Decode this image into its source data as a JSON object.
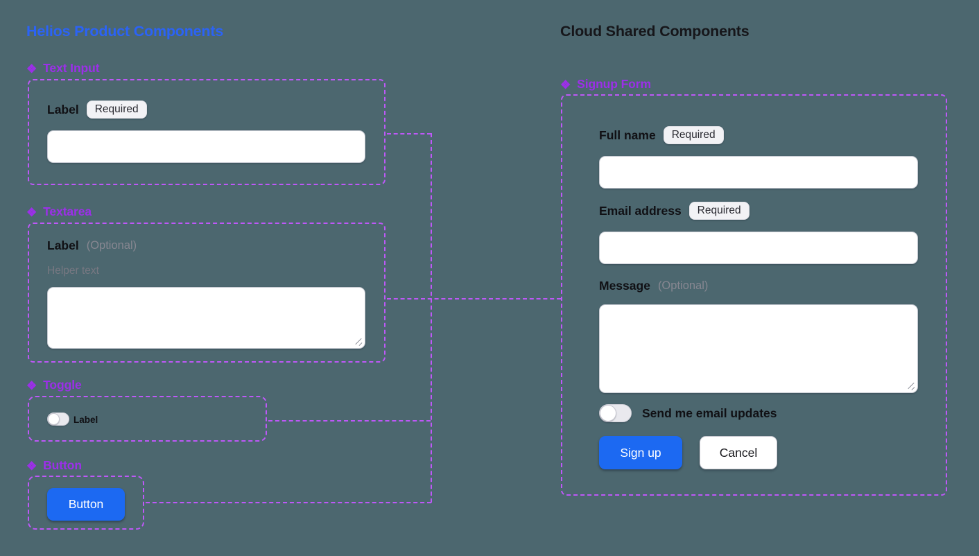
{
  "colors": {
    "background": "#4C676F",
    "left_title": "#2B63F6",
    "right_title": "#16161A",
    "component_header": "#9C2FE9",
    "connector": "#BE58F8",
    "primary_button_bg": "#1C69F2"
  },
  "icons": {
    "component_diamond": "❖"
  },
  "left": {
    "title": "Helios Product Components",
    "text_input": {
      "name": "Text Input",
      "label": "Label",
      "badge": "Required",
      "value": ""
    },
    "textarea": {
      "name": "Textarea",
      "label": "Label",
      "optional": "(Optional)",
      "helper": "Helper text",
      "value": ""
    },
    "toggle": {
      "name": "Toggle",
      "label": "Label",
      "state": "off"
    },
    "button": {
      "name": "Button",
      "button_label": "Button"
    }
  },
  "right": {
    "title": "Cloud Shared Components",
    "signup_form": {
      "name": "Signup Form",
      "full_name": {
        "label": "Full name",
        "badge": "Required",
        "value": ""
      },
      "email": {
        "label": "Email address",
        "badge": "Required",
        "value": ""
      },
      "message": {
        "label": "Message",
        "optional": "(Optional)",
        "value": ""
      },
      "updates_toggle": {
        "label": "Send me email updates",
        "state": "off"
      },
      "submit_label": "Sign up",
      "cancel_label": "Cancel"
    }
  }
}
